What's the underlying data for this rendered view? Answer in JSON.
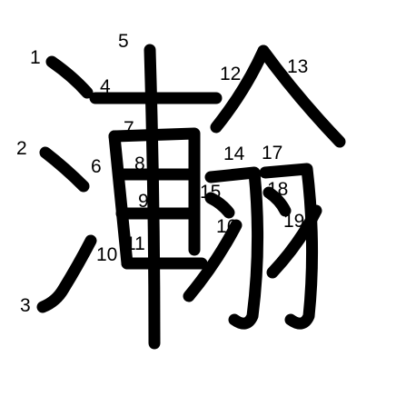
{
  "character": "瀚",
  "colors": {
    "background": "#ffffff",
    "stroke": "#000000",
    "label": "#000000"
  },
  "stroke_numbers": [
    "1",
    "2",
    "3",
    "4",
    "5",
    "6",
    "7",
    "8",
    "9",
    "10",
    "11",
    "12",
    "13",
    "14",
    "15",
    "16",
    "17",
    "18",
    "19"
  ]
}
